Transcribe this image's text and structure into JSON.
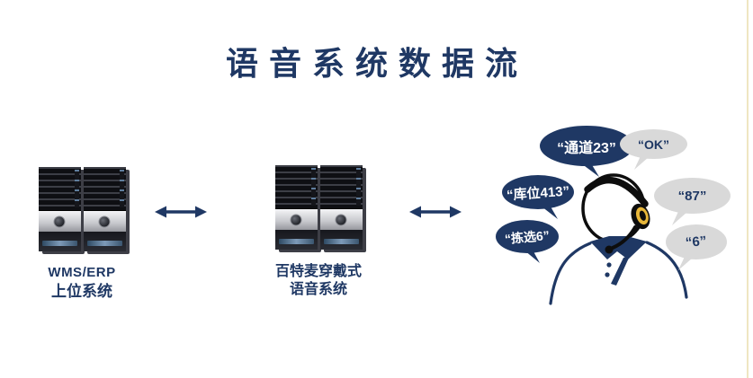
{
  "title": "语 音 系 统 数 据 流",
  "nodes": {
    "wms": {
      "line1": "WMS/ERP",
      "line2": "上位系统"
    },
    "voice": {
      "line1": "百特麦穿戴式",
      "line2": "语音系统"
    }
  },
  "bubbles": {
    "channel": "“通道23”",
    "ok": "“OK”",
    "location": "“库位413”",
    "num87": "“87”",
    "pick": "“拣选6”",
    "num6": "“6”"
  },
  "colors": {
    "navy": "#1F3864",
    "bubble_gray": "#D9D9D9",
    "headset_yellow": "#E8B73A",
    "slide_edge_line": "#EFE6C2"
  },
  "icons": {
    "servers": "server-tower-pair-icon",
    "arrows": "bidirectional-arrow-icon",
    "person": "operator-with-headset-icon"
  }
}
